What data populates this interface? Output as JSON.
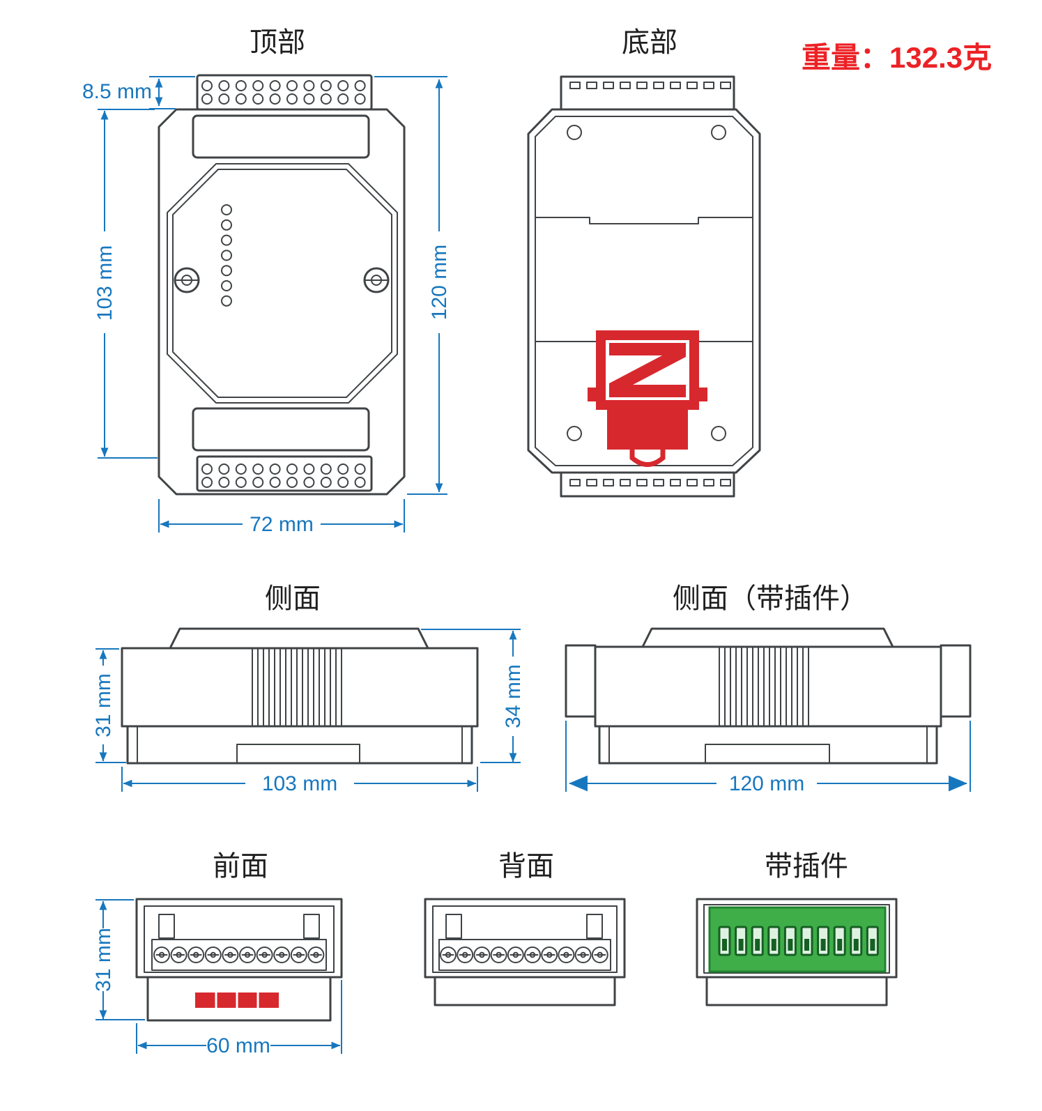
{
  "weight_note": "重量：132.3克",
  "views": {
    "top": {
      "label": "顶部"
    },
    "bottom": {
      "label": "底部"
    },
    "side": {
      "label": "侧面"
    },
    "side_plug": {
      "label": "侧面（带插件）"
    },
    "front": {
      "label": "前面"
    },
    "back": {
      "label": "背面"
    },
    "plug": {
      "label": "带插件"
    }
  },
  "dims": {
    "top_connector_height": "8.5 mm",
    "body_height": "103 mm",
    "total_height": "120 mm",
    "body_width": "72 mm",
    "side_height": "31 mm",
    "side_total_height": "34 mm",
    "side_length": "103 mm",
    "side_plug_length": "120 mm",
    "front_height": "31 mm",
    "front_width": "60 mm"
  },
  "colors": {
    "dimension_blue": "#1777BE",
    "outline_gray": "#3F4345",
    "clip_red": "#D7282E",
    "weight_red": "#EC2226",
    "connector_green": "#3FAE49"
  }
}
